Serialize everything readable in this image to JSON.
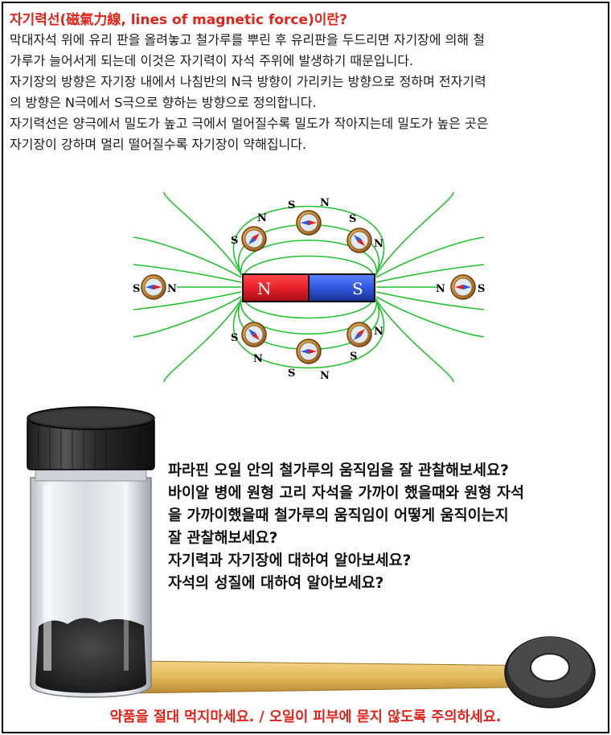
{
  "heading": "자기력선(磁氣力線, lines of magnetic force)이란?",
  "intro": {
    "p1_line1": "막대자석 위에 유리 판을 올려놓고 철가루를 뿌린 후 유리판을 두드리면 자기장에 의해 철",
    "p1_line2": "가루가 늘어서게 되는데 이것은 자기력이 자석 주위에 발생하기 때문입니다.",
    "p2_line1": "자기장의 방향은 자기장 내에서 나침반의 N극 방향이 가리키는 방향으로 정하며 전자기력",
    "p2_line2": "의 방향은 N극에서 S극으로 향하는 방향으로 정의합니다.",
    "p3_line1": "자기력선은 양극에서 밀도가 높고 극에서 멀어질수록 밀도가 작아지는데 밀도가 높은 곳은",
    "p3_line2": "자기장이 강하며 멀리 떨어질수록 자기장이 약해집니다."
  },
  "diagram": {
    "pole_n": "N",
    "pole_s": "S",
    "magnet_colors": {
      "north": "#e8202a",
      "south": "#2f56e0"
    },
    "field_line_color": "#22c22e",
    "compass_ring_color": "#c9892e",
    "compasses": [
      {
        "name": "left",
        "n_label": "N",
        "s_label": "S"
      },
      {
        "name": "right",
        "n_label": "N",
        "s_label": "S"
      },
      {
        "name": "top-left",
        "n_label": "N",
        "s_label": "S"
      },
      {
        "name": "top-center",
        "n_label": "N",
        "s_label": "S"
      },
      {
        "name": "top-right",
        "n_label": "N",
        "s_label": "S"
      },
      {
        "name": "bottom-left",
        "n_label": "N",
        "s_label": "S"
      },
      {
        "name": "bottom-center",
        "n_label": "N",
        "s_label": "S"
      },
      {
        "name": "bottom-right",
        "n_label": "N",
        "s_label": "S"
      }
    ]
  },
  "questions": [
    "파라핀 오일 안의 철가루의 움직임을 잘 관찰해보세요?",
    "바이알 병에 원형 고리 자석을 가까이 했을때와 원형 자석",
    "을 가까이했을때 철가루의 움직임이 어떻게 움직이는지",
    "잘 관찰해보세요?",
    "자기력과 자기장에 대하여 알아보세요?",
    "자석의 성질에 대하여 알아보세요?"
  ],
  "warning": "약품을 절대 먹지마세요. / 오일이 피부에 묻지 않도록 주의하세요.",
  "icons": [
    "bar-magnet",
    "compass-icon",
    "vial-icon",
    "ring-magnet-icon"
  ]
}
